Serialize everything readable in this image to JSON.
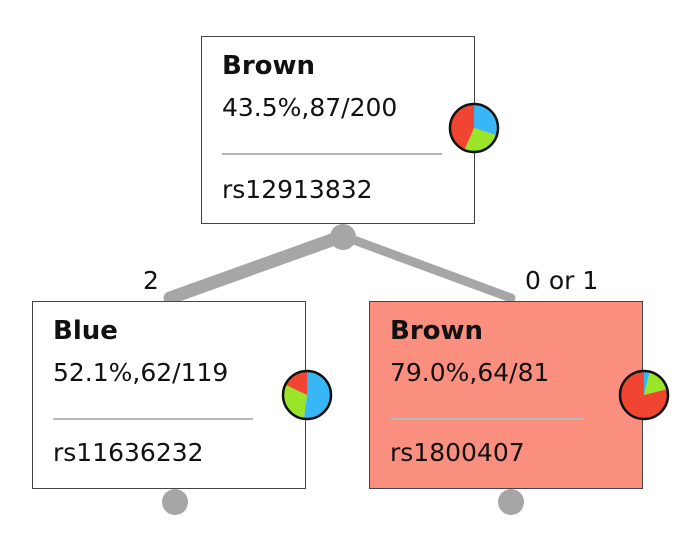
{
  "colors": {
    "edge": "#a6a6a6",
    "highlight_fill": "#fa8f80",
    "pie_blue": "#39b6f5",
    "pie_red": "#ef4531",
    "pie_green": "#9ae52a"
  },
  "tree": {
    "root": {
      "title": "Brown",
      "stats": "43.5%,87/200",
      "attribute": "rs12913832",
      "pie": {
        "blue": 0.3,
        "red": 0.435,
        "green": 0.265
      }
    },
    "left": {
      "branch_label": "2",
      "title": "Blue",
      "stats": "52.1%,62/119",
      "attribute": "rs11636232",
      "pie": {
        "blue": 0.521,
        "red": 0.18,
        "green": 0.299
      }
    },
    "right": {
      "branch_label": "0 or 1",
      "title": "Brown",
      "stats": "79.0%,64/81",
      "attribute": "rs1800407",
      "highlighted": true,
      "pie": {
        "blue": 0.04,
        "red": 0.79,
        "green": 0.17
      }
    }
  }
}
